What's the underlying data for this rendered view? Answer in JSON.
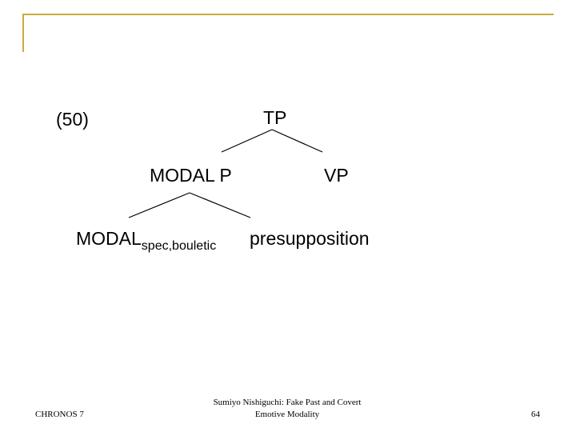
{
  "colors": {
    "accent": "#c9ad3f",
    "line": "#000000"
  },
  "slide": {
    "example_number": "(50)",
    "tree": {
      "root": "TP",
      "modal_p": "MODAL P",
      "vp": "VP",
      "modal": "MODAL",
      "modal_subscript": "spec,bouletic",
      "presupposition": "presupposition"
    }
  },
  "footer": {
    "left": "CHRONOS 7",
    "center_line1": "Sumiyo Nishiguchi: Fake Past and Covert",
    "center_line2": "Emotive Modality",
    "page_number": "64"
  }
}
